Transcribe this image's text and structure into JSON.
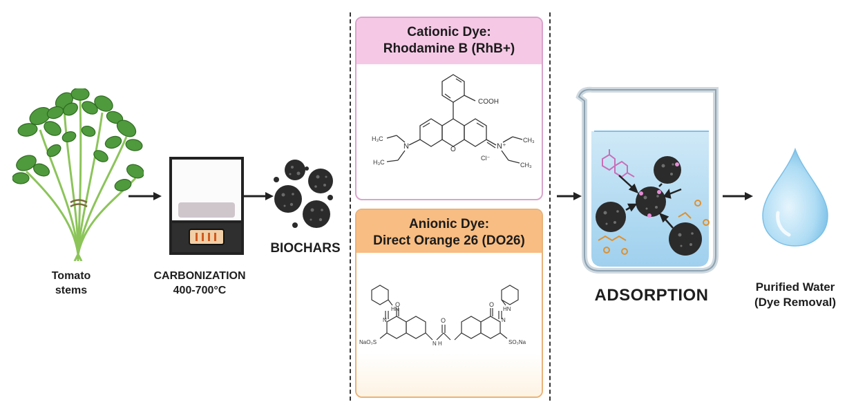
{
  "steps": {
    "plant": "Tomato\nstems",
    "carbonization": "CARBONIZATION\n400-700°C",
    "biochars": "BIOCHARS",
    "adsorption": "ADSORPTION",
    "water": "Purified Water\n(Dye Removal)"
  },
  "cationic": {
    "title": "Cationic Dye:\nRhodamine B (RhB+)",
    "labels": {
      "cooh": "COOH",
      "h3c_top": "H₃C",
      "h3c_bottom": "H₃C",
      "ch3_top": "CH₃",
      "ch3_bottom": "CH₃",
      "cl": "Cl⁻",
      "o": "O",
      "n_left": "N",
      "n_right": "N⁺"
    }
  },
  "anionic": {
    "title": "Anionic Dye:\nDirect Orange 26 (DO26)",
    "labels": {
      "nao3s": "NaO₃S",
      "so3na": "SO₃Na",
      "hn": "HN",
      "n": "N",
      "o": "O",
      "nh": "N H"
    }
  },
  "colors": {
    "pink_header": "#f5c9e6",
    "orange_header": "#f8bd82",
    "leaf_green": "#4f9a3c",
    "biochar": "#2b2b2b",
    "water": "#a9d8f0"
  },
  "icons": [
    "tomato-plant-icon",
    "furnace-icon",
    "biochar-particles-icon",
    "beaker-icon",
    "water-drop-icon",
    "arrow-icon"
  ]
}
